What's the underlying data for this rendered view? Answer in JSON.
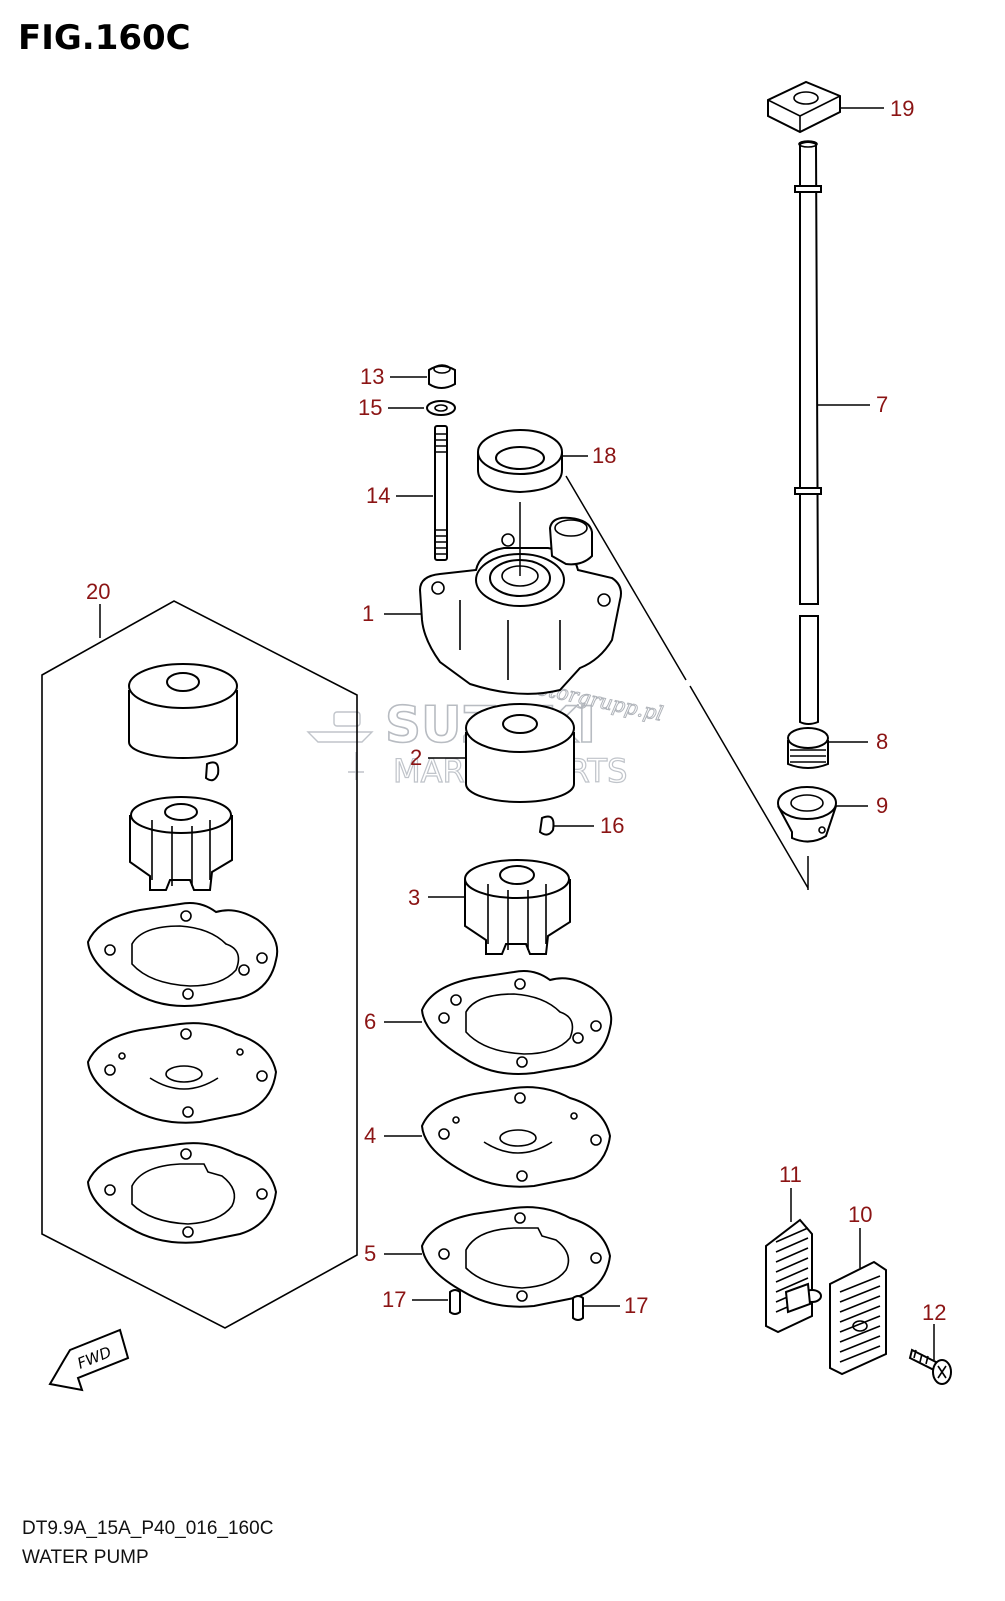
{
  "figure": {
    "title": "FIG.160C",
    "code": "DT9.9A_15A_P40_016_160C",
    "name": "WATER PUMP"
  },
  "callouts": [
    "1",
    "2",
    "3",
    "4",
    "5",
    "6",
    "7",
    "8",
    "9",
    "10",
    "11",
    "12",
    "13",
    "14",
    "15",
    "16",
    "17",
    "17",
    "18",
    "19",
    "20"
  ],
  "watermark": {
    "brand": "SUZUKI",
    "sub": "MARINE PARTS",
    "script": "Motorgrupp.pl"
  },
  "badge": {
    "fwd": "FWD"
  },
  "colors": {
    "callout": "#8b1414",
    "line": "#000000",
    "watermark": "#b8bcc2"
  }
}
